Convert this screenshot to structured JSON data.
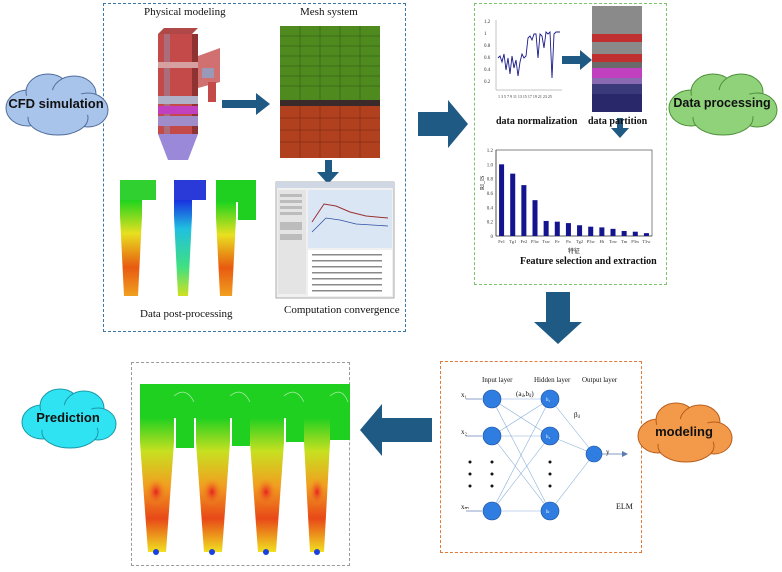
{
  "cfd_section": {
    "physical_modeling": "Physical modeling",
    "mesh_system": "Mesh system",
    "data_post_processing": "Data post-processing",
    "computation_convergence": "Computation convergence"
  },
  "data_section": {
    "data_normalization": "data normalization",
    "data_partition": "data partition",
    "feature_selection": "Feature selection and extraction"
  },
  "clouds": {
    "cfd": "CFD simulation",
    "data_processing": "Data processing",
    "modeling": "modeling",
    "prediction": "Prediction"
  },
  "elm": {
    "input_layer": "Input layer",
    "hidden_layer": "Hidden layer",
    "output_layer": "Output layer",
    "x1": "x₁",
    "x2": "x₂",
    "xm": "xₘ",
    "wb": "(aᵢⱼ,bᵢⱼ)",
    "beta": "βᵢⱼ",
    "y": "y",
    "elm_label": "ELM"
  },
  "colors": {
    "blue_dash": "#3a78a8",
    "green_dash": "#7cc46a",
    "orange_dash": "#e0793a",
    "gray_dash": "#9a9a9a",
    "arrow": "#1f5a85",
    "cloud_blue": "#a9c4ea",
    "cloud_green": "#8fd27a",
    "cloud_orange": "#f39a4a",
    "cloud_cyan": "#2fe3f2",
    "node_blue": "#2f7de0",
    "bar_navy": "#14148f"
  },
  "chart_data": {
    "type": "bar",
    "ylabel": "RI_IS",
    "ylim": [
      0,
      1.2
    ],
    "yticks": [
      "0",
      "0.2",
      "0.4",
      "0.6",
      "0.8",
      "1.0",
      "1.2"
    ],
    "categories": [
      "Fe1",
      "Tg1",
      "Fe2",
      "P3w",
      "Tsw",
      "Fe",
      "Pa",
      "Tg2",
      "P3w",
      "Ht",
      "Tow",
      "Tm",
      "P3w",
      "T3w"
    ],
    "values": [
      1.0,
      0.87,
      0.71,
      0.5,
      0.21,
      0.2,
      0.18,
      0.15,
      0.13,
      0.12,
      0.1,
      0.07,
      0.06,
      0.04
    ],
    "xlabel": "特征"
  }
}
